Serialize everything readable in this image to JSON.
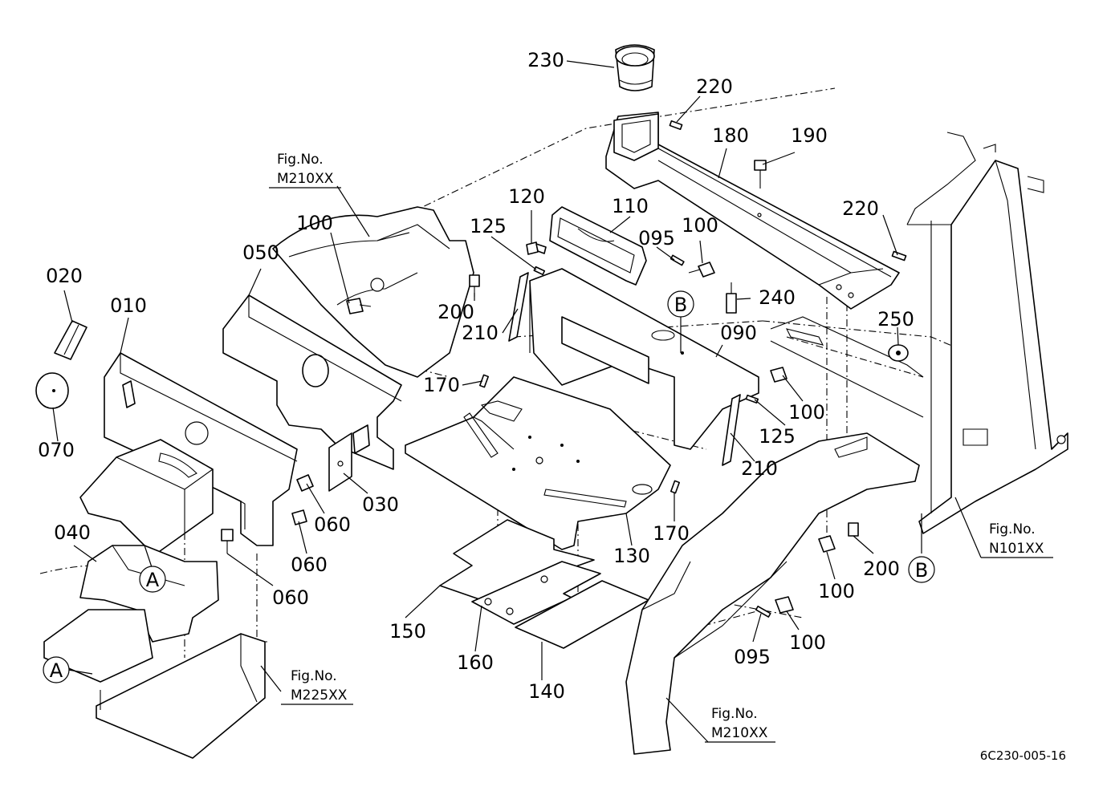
{
  "diagram": {
    "drawing_code": "6C230-005-16",
    "part_labels": {
      "p230": "230",
      "p220a": "220",
      "p180": "180",
      "p190": "190",
      "p120": "120",
      "p110": "110",
      "p125a": "125",
      "p095a": "095",
      "p100a": "100",
      "p220b": "220",
      "p100b": "100",
      "p050": "050",
      "p020": "020",
      "p010": "010",
      "p240": "240",
      "p200a": "200",
      "p210a": "210",
      "p090": "090",
      "p250": "250",
      "p170a": "170",
      "p100c": "100",
      "p125b": "125",
      "p070": "070",
      "p210b": "210",
      "p060a": "060",
      "p030": "030",
      "p040": "040",
      "p060b": "060",
      "p170b": "170",
      "p130": "130",
      "p060c": "060",
      "p200b": "200",
      "p100d": "100",
      "p150": "150",
      "p160": "160",
      "p140": "140",
      "p095b": "095",
      "p100e": "100"
    },
    "callouts": {
      "a1": "A",
      "a2": "A",
      "b1": "B",
      "b2": "B"
    },
    "figure_refs": [
      {
        "label": "Fig.No.",
        "code": "M210XX"
      },
      {
        "label": "Fig.No.",
        "code": "M225XX"
      },
      {
        "label": "Fig.No.",
        "code": "M210XX"
      },
      {
        "label": "Fig.No.",
        "code": "N101XX"
      }
    ]
  }
}
